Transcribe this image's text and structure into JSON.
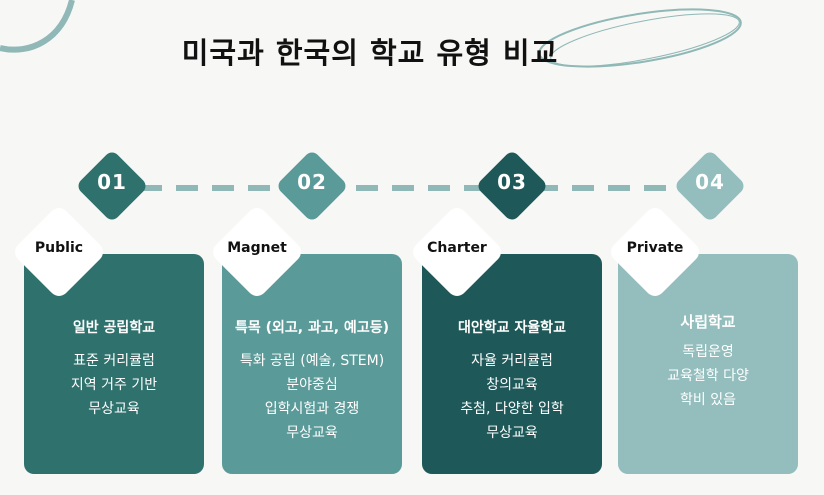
{
  "title": "미국과 한국의 학교 유형 비교",
  "colors": {
    "background": "#f7f7f5",
    "card1": "#2f716c",
    "card2": "#5a9a98",
    "card3": "#1f5858",
    "card4": "#93bebd",
    "connector": "#8fb8b6"
  },
  "steps": [
    {
      "number": "01",
      "type": "Public",
      "heading": "일반 공립학교",
      "lines": [
        "표준 커리큘럼",
        "지역 거주 기반",
        "무상교육"
      ]
    },
    {
      "number": "02",
      "type": "Magnet",
      "heading": "특목 (외고, 과고, 예고등)",
      "lines": [
        "특화 공립 (예술, STEM)",
        "분야중심",
        "입학시험과 경쟁",
        "무상교육"
      ]
    },
    {
      "number": "03",
      "type": "Charter",
      "heading": "대안학교 자율학교",
      "lines": [
        "자율 커리큘럼",
        "창의교육",
        "추첨, 다양한 입학",
        "무상교육"
      ]
    },
    {
      "number": "04",
      "type": "Private",
      "heading": "사립학교",
      "lines": [
        "독립운영",
        "교육철학 다양",
        "학비 있음"
      ]
    }
  ]
}
